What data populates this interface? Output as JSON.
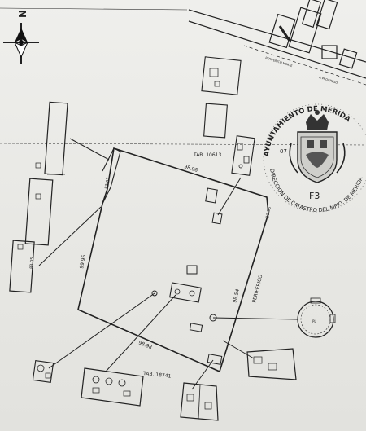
{
  "north_label": "N",
  "seal": {
    "ring_top": "AYUNTAMIENTO DE MERIDA",
    "ring_bottom": "DIRECCION DE CATASTRO DEL MPIO. DE MERIDA",
    "number": "07",
    "code": "F3"
  },
  "tablajes": {
    "upper": "TAB. 10613",
    "lower": "TAB. 18741"
  },
  "measurements": {
    "north_side": "98.96",
    "south_side": "98.98",
    "west_side": "99.95",
    "east_side": "98.54",
    "west_small": "83.05",
    "east_small": "13.95",
    "left_strip": "83.05"
  },
  "road_label": "PERIFERICO",
  "small_labels": {
    "road_tl_1": "PERIFERICO NORTE",
    "road_tl_2": "A PROGRESO",
    "pl": "PL"
  },
  "colors": {
    "ink": "#222222",
    "paper": "#ecece9"
  }
}
